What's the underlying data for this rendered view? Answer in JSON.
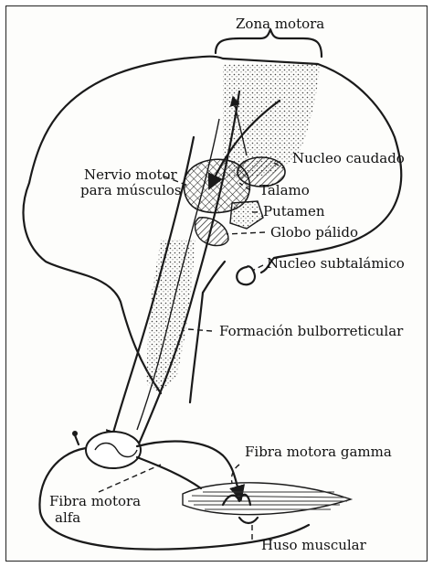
{
  "labels": {
    "zona_motora": "Zona motora",
    "nucleo_caudado": "Nucleo caudado",
    "nervio_motor_1": "Nervio motor",
    "nervio_motor_2": "para músculos",
    "talamo": "Tálamo",
    "putamen": "Putamen",
    "globo_palido": "Globo pálido",
    "nucleo_subtalamico": "Nucleo subtalámico",
    "formacion_bulborreticular": "Formación bulborreticular",
    "fibra_motora_gamma": "Fibra motora gamma",
    "fibra_motora_alfa_1": "Fibra motora",
    "fibra_motora_alfa_2": "alfa",
    "huso_muscular": "Huso muscular"
  }
}
